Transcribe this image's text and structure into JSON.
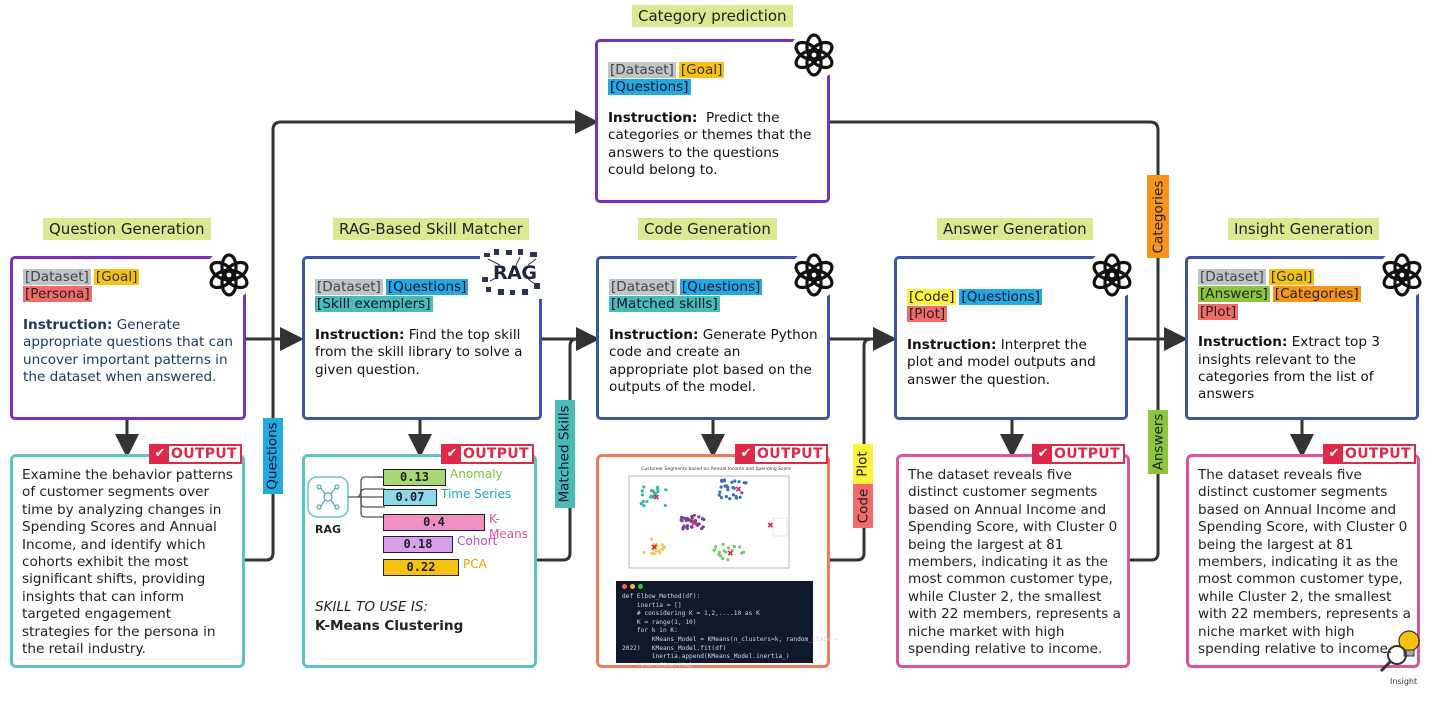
{
  "titles": {
    "category": "Category prediction",
    "question": "Question Generation",
    "rag": "RAG-Based Skill Matcher",
    "code": "Code Generation",
    "answer": "Answer Generation",
    "insight": "Insight Generation"
  },
  "tags": {
    "dataset": "[Dataset]",
    "goal": "[Goal]",
    "persona": "[Persona]",
    "questions": "[Questions]",
    "skill_exemplers": "[Skill exemplers]",
    "matched_skills": "[Matched skills]",
    "code": "[Code]",
    "plot": "[Plot]",
    "answers": "[Answers]",
    "categories": "[Categories]"
  },
  "instruction_label": "Instruction:",
  "instructions": {
    "category": "Predict the categories or themes that the answers to the questions could belong to.",
    "question": "Generate appropriate questions  that can uncover important patterns in the dataset when answered.",
    "rag": "Find the top skill from the skill library to solve a given question.",
    "code": "Generate Python code and create an appropriate plot based on the outputs of the model.",
    "answer": "Interpret the plot and model outputs and answer the question.",
    "insight": "Extract top 3 insights relevant to the categories from  the list of answers"
  },
  "output_label": "OUTPUT",
  "outputs": {
    "question": "Examine the behavior patterns of customer segments over time by analyzing changes in Spending Scores and Annual Income, and identify which cohorts exhibit the most significant shifts, providing insights that can inform targeted engagement strategies for the persona in the retail industry.",
    "answer": "The dataset reveals five distinct customer segments based on Annual Income and Spending Score, with Cluster 0 being the largest at 81 members, indicating it as the most common customer type, while Cluster 2, the smallest with 22 members, represents a niche market with high spending relative to income.",
    "insight": "The dataset reveals five distinct customer segments based on Annual Income and Spending Score, with Cluster 0 being the largest at 81 members, indicating it as the most common customer type, while Cluster 2, the smallest with 22 members, represents a niche market with high spending relative to income."
  },
  "connectors": {
    "questions": "Questions",
    "matched_skills": "Matched Skills",
    "plot": "Plot",
    "code": "Code",
    "categories": "Categories",
    "answers": "Answers"
  },
  "rag": {
    "logo": "RAG",
    "icon_label": "RAG",
    "skills": [
      {
        "score": "0.13",
        "name": "Anomaly",
        "color": "#a7d873",
        "text_color": "#7cbf3a",
        "value": 0.13
      },
      {
        "score": "0.07",
        "name": "Time Series",
        "color": "#8fd8ea",
        "text_color": "#1aa3c7",
        "value": 0.07
      },
      {
        "score": "0.4",
        "name": "K-Means",
        "color": "#f08fc2",
        "text_color": "#e0529a",
        "value": 0.4
      },
      {
        "score": "0.18",
        "name": "Cohort",
        "color": "#d6a1ea",
        "text_color": "#b24ed0",
        "value": 0.18
      },
      {
        "score": "0.22",
        "name": "PCA",
        "color": "#f5c211",
        "text_color": "#e3a400",
        "value": 0.22
      }
    ],
    "skill_caption": "SKILL TO USE IS:",
    "skill_selected": "K-Means Clustering"
  },
  "plot_title": "Customer Segments based on Annual Income and Spending Score",
  "code_lines": [
    "def Elbow_Method(df):",
    "    inertia = []",
    "    # considering K = 1,2,....10 as K",
    "    K = range(1, 10)",
    "    for k in K:",
    "        KMeans_Model = KMeans(n_clusters=k, random_state =",
    "2022)   KMeans_Model.fit(df)",
    "        inertia.append(KMeans_Model.inertia_)",
    "    return(inertia)"
  ],
  "insight_icon_label": "Insight",
  "colors": {
    "purple": "#7b2fbe",
    "blue": "#3d54a6",
    "teal": "#5bc3c0",
    "orange": "#f07a5e",
    "pink": "#e0529a",
    "title_bg": "#d9ea92",
    "output_red": "#e0294a"
  }
}
